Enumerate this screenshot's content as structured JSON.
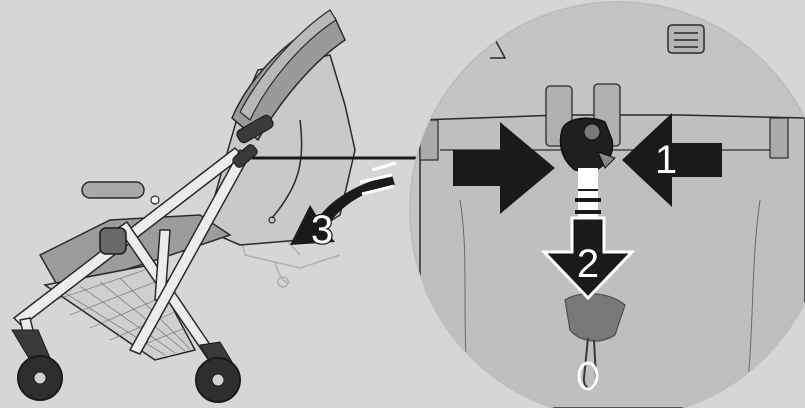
{
  "diagram": {
    "background_color": "#d6d6d6",
    "detail_circle_color": "#c4c4c4",
    "arrow_color": "#1a1a1a",
    "stroller_outline_color": "#2a2a2a",
    "steps": [
      {
        "number": "1",
        "action": "squeeze-buckle-sides"
      },
      {
        "number": "2",
        "action": "pull-strap-down"
      },
      {
        "number": "3",
        "action": "fold-canopy-back"
      }
    ]
  }
}
